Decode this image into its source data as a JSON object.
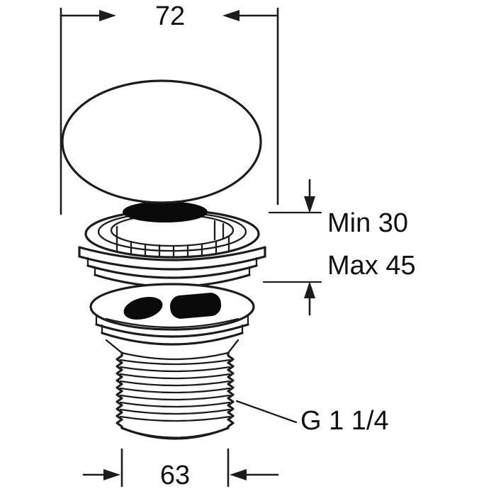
{
  "drawing": {
    "background": "#ffffff",
    "line_color": "#1c1c1c",
    "labels": {
      "top_width": "72",
      "min_clamp": "Min 30",
      "max_clamp": "Max 45",
      "thread_size": "G 1 1/4",
      "bottom_width": "63"
    }
  }
}
